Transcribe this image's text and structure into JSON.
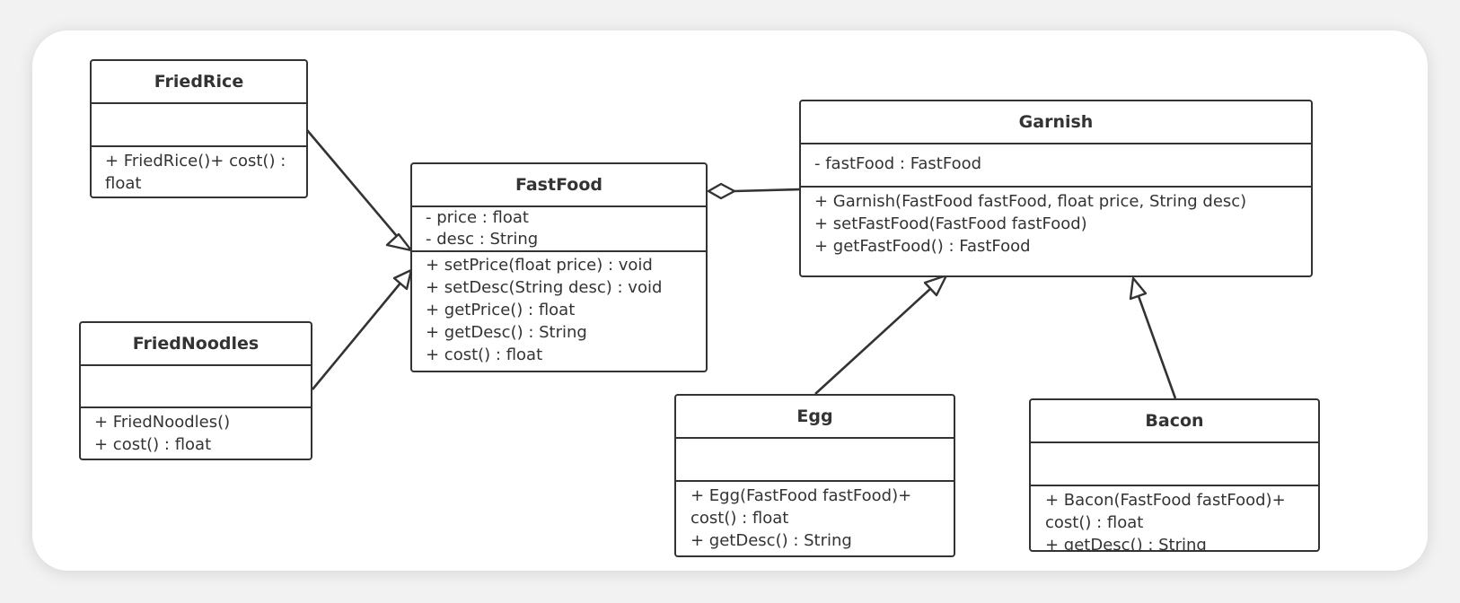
{
  "classes": {
    "friedrice": {
      "name": "FriedRice",
      "attributes": [],
      "operations": [
        "+ FriedRice()+ cost() : float"
      ]
    },
    "friednoodles": {
      "name": "FriedNoodles",
      "attributes": [],
      "operations": [
        "+ FriedNoodles()",
        "+ cost() : float"
      ]
    },
    "fastfood": {
      "name": "FastFood",
      "attributes": [
        "- price : float",
        "- desc : String"
      ],
      "operations": [
        "+ setPrice(float price) : void",
        "+ setDesc(String desc) : void",
        "+ getPrice() : float",
        "+ getDesc() : String",
        "+ cost() : float"
      ]
    },
    "garnish": {
      "name": "Garnish",
      "attributes": [
        "- fastFood : FastFood"
      ],
      "operations": [
        "+ Garnish(FastFood fastFood, float price, String desc)",
        "+ setFastFood(FastFood fastFood)",
        "+ getFastFood() : FastFood"
      ]
    },
    "egg": {
      "name": "Egg",
      "attributes": [],
      "operations": [
        "+ Egg(FastFood fastFood)+ cost() : float",
        "+ getDesc() : String"
      ]
    },
    "bacon": {
      "name": "Bacon",
      "attributes": [],
      "operations": [
        "+ Bacon(FastFood fastFood)+ cost() : float",
        "+ getDesc() : String"
      ]
    }
  },
  "relations": [
    {
      "type": "generalization",
      "from": "FriedRice",
      "to": "FastFood"
    },
    {
      "type": "generalization",
      "from": "FriedNoodles",
      "to": "FastFood"
    },
    {
      "type": "aggregation",
      "from": "Garnish",
      "to": "FastFood"
    },
    {
      "type": "generalization",
      "from": "Egg",
      "to": "Garnish"
    },
    {
      "type": "generalization",
      "from": "Bacon",
      "to": "Garnish"
    }
  ]
}
